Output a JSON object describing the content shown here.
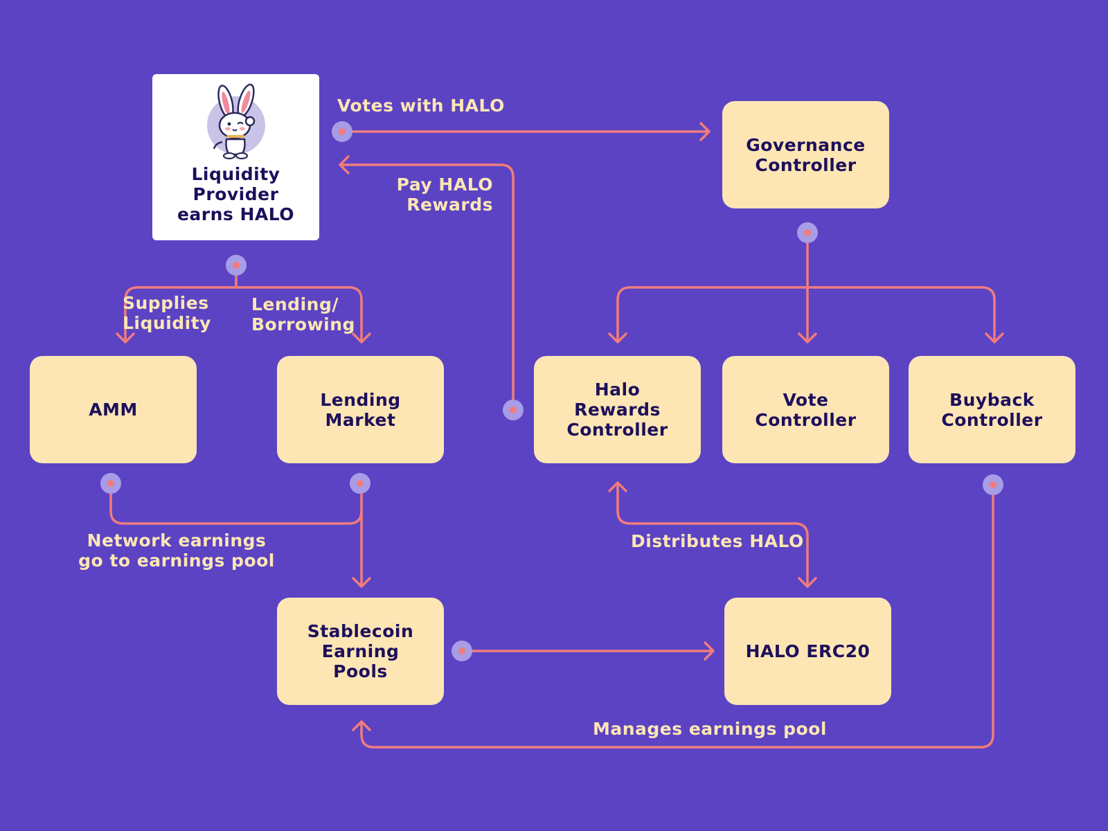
{
  "diagram": {
    "background_color": "#5b43c4",
    "box_color": "#fde6b4",
    "arrow_color": "#f27c7c",
    "node_dot_color": "#a79ce6",
    "text_color": "#1d0f5c",
    "label_color": "#fde6b4"
  },
  "nodes": {
    "provider": "Liquidity\nProvider\nearns HALO",
    "governance": "Governance\nController",
    "amm": "AMM",
    "lending_market": "Lending\nMarket",
    "halo_rewards": "Halo\nRewards\nController",
    "vote": "Vote\nController",
    "buyback": "Buyback\nController",
    "stablecoin": "Stablecoin\nEarning\nPools",
    "halo_erc20": "HALO ERC20"
  },
  "edge_labels": {
    "votes": "Votes with HALO",
    "pay_rewards": "Pay HALO\nRewards",
    "supplies": "Supplies\nLiquidity",
    "lending": "Lending/\nBorrowing",
    "network_earnings": "Network earnings\ngo to earnings pool",
    "distributes": "Distributes HALO",
    "manages": "Manages earnings pool"
  },
  "icons": {
    "mascot": "bunny-mascot-icon"
  }
}
